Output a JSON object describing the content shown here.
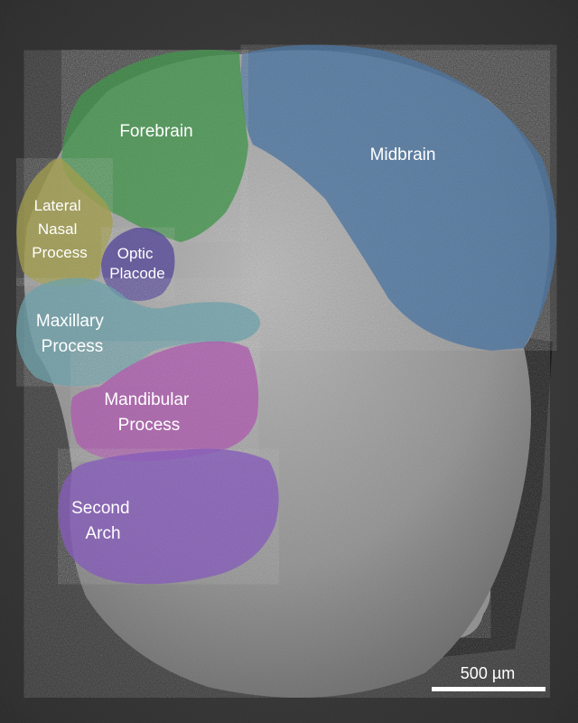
{
  "regions": {
    "forebrain": {
      "label": "Forebrain",
      "color": "#3f9a4a"
    },
    "midbrain": {
      "label": "Midbrain",
      "color": "#4a78a6"
    },
    "lateral_nasal": {
      "lines": [
        "Lateral",
        "Nasal",
        "Process"
      ],
      "color": "#a8a34a"
    },
    "optic_placode": {
      "lines": [
        "Optic",
        "Placode"
      ],
      "color": "#5a4aa0"
    },
    "maxillary": {
      "lines": [
        "Maxillary",
        "Process"
      ],
      "color": "#6fa7b0"
    },
    "mandibular": {
      "lines": [
        "Mandibular",
        "Process"
      ],
      "color": "#b35cb5"
    },
    "second_arch": {
      "lines": [
        "Second",
        "Arch"
      ],
      "color": "#8a5cc2"
    }
  },
  "scale_bar": {
    "label": "500 µm"
  },
  "colors": {
    "background": "#3a3a3a",
    "tissue": "#9c9c9c"
  }
}
